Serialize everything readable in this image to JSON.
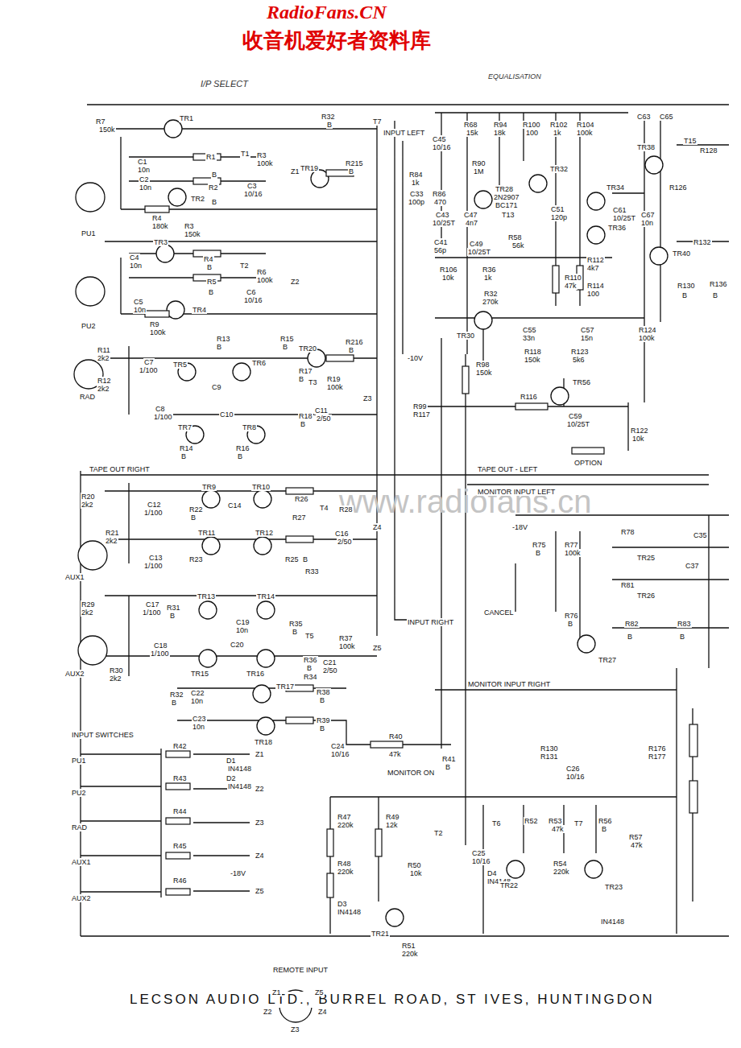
{
  "diagram": {
    "labels": [
      "RadioFans.CN",
      "收音机爱好者资料库",
      "I/P SELECT",
      "EQUALISATION",
      "www.radiofans.cn",
      "LECSON AUDIO LTD., BURREL ROAD, ST IVES, HUNTINGDON",
      "R7",
      "150k",
      "TR1",
      "C1",
      "10n",
      "R1",
      "B",
      "T1",
      "R3",
      "100k",
      "Z1",
      "C2",
      "10n",
      "R2",
      "B",
      "TR2",
      "C3",
      "10/16",
      "R4",
      "180k",
      "R3",
      "150k",
      "PU1",
      "R32",
      "B",
      "T7",
      "INPUT LEFT",
      "TR19",
      "R215",
      "B",
      "TR3",
      "C4",
      "10n",
      "R4",
      "B",
      "T2",
      "R6",
      "100k",
      "Z2",
      "C5",
      "10n",
      "R5",
      "B",
      "C6",
      "10/16",
      "TR4",
      "PU2",
      "R9",
      "100k",
      "R11",
      "2k2",
      "R13",
      "B",
      "R15",
      "B",
      "TR20",
      "R216",
      "B",
      "-10V",
      "C7",
      "1/100",
      "TR5",
      "TR6",
      "R12",
      "2k2",
      "RAD",
      "R17",
      "B",
      "T3",
      "R19",
      "100k",
      "Z3",
      "C9",
      "C8",
      "1/100",
      "C10",
      "C11",
      "2/50",
      "TR7",
      "TR8",
      "R18",
      "B",
      "R14",
      "B",
      "R16",
      "B",
      "TAPE OUT RIGHT",
      "R20",
      "2k2",
      "C12",
      "1/100",
      "R22",
      "B",
      "TR9",
      "TR10",
      "C14",
      "R26",
      "R27",
      "T4",
      "R28",
      "C16",
      "2/50",
      "Z4",
      "R21",
      "2k2",
      "TR11",
      "TR12",
      "C13",
      "1/100",
      "R23",
      "R25",
      "B",
      "R33",
      "AUX1",
      "R29",
      "2k2",
      "C17",
      "1/100",
      "R31",
      "B",
      "TR13",
      "TR14",
      "C19",
      "10n",
      "R35",
      "B",
      "T5",
      "R37",
      "100k",
      "Z5",
      "INPUT RIGHT",
      "C21",
      "2/50",
      "AUX2",
      "C18",
      "1/100",
      "R30",
      "2k2",
      "R32",
      "B",
      "TR15",
      "C20",
      "TR16",
      "R36",
      "B",
      "R34",
      "TR17",
      "C22",
      "10n",
      "R38",
      "B",
      "C23",
      "10n",
      "R39",
      "B",
      "TR18",
      "MONITOR INPUT RIGHT",
      "C24",
      "10/16",
      "R40",
      "47k",
      "R41",
      "B",
      "MONITOR ON",
      "INPUT SWITCHES",
      "PU1",
      "PU2",
      "RAD",
      "AUX1",
      "AUX2",
      "R42",
      "R43",
      "R44",
      "R45",
      "R46",
      "D1",
      "IN4148",
      "D2",
      "IN4148",
      "Z1",
      "Z2",
      "Z3",
      "Z4",
      "-18V",
      "Z5",
      "REMOTE INPUT",
      "Z1",
      "Z5",
      "Z2",
      "Z4",
      "Z3",
      "R47",
      "220k",
      "R48",
      "220k",
      "D3",
      "IN4148",
      "R49",
      "12k",
      "T2",
      "R50",
      "10k",
      "TR21",
      "R51",
      "220k",
      "C25",
      "10/16",
      "D4",
      "IN4148",
      "TR22",
      "T6",
      "R52",
      "R53",
      "47k",
      "R54",
      "220k",
      "T7",
      "R56",
      "B",
      "R57",
      "47k",
      "TR23",
      "IN4148",
      "R130",
      "R131",
      "C26",
      "10/16",
      "R176",
      "R177",
      "-18V",
      "R75",
      "B",
      "R77",
      "100k",
      "R78",
      "TR25",
      "C35",
      "R81",
      "TR26",
      "C37",
      "R82",
      "B",
      "R83",
      "B",
      "CANCEL",
      "R76",
      "B",
      "TR27",
      "C45",
      "10/16",
      "R68",
      "15k",
      "R94",
      "18k",
      "R100",
      "100",
      "R102",
      "1k",
      "R104",
      "100k",
      "R84",
      "1k",
      "R90",
      "1M",
      "C33",
      "100p",
      "R86",
      "470",
      "TR28",
      "2N2907",
      "BC171",
      "TR32",
      "C51",
      "120p",
      "TR34",
      "C61",
      "10/25T",
      "TR36",
      "C43",
      "10/25T",
      "C47",
      "4n7",
      "T13",
      "R58",
      "56k",
      "C41",
      "56p",
      "C49",
      "10/25T",
      "R106",
      "10k",
      "R36",
      "1k",
      "R32",
      "270k",
      "R110",
      "47k",
      "R112",
      "4k7",
      "R114",
      "100",
      "TR30",
      "C55",
      "33n",
      "C57",
      "15n",
      "R124",
      "100k",
      "R118",
      "150k",
      "R123",
      "5k6",
      "R98",
      "150k",
      "TR56",
      "R116",
      "R99",
      "R117",
      "C59",
      "10/25T",
      "R122",
      "10k",
      "OPTION",
      "TAPE OUT - LEFT",
      "MONITOR INPUT LEFT",
      "TR38",
      "T15",
      "R128",
      "R126",
      "C67",
      "10n",
      "TR40",
      "R132",
      "R130",
      "B",
      "R136",
      "B",
      "C63",
      "C65"
    ]
  }
}
